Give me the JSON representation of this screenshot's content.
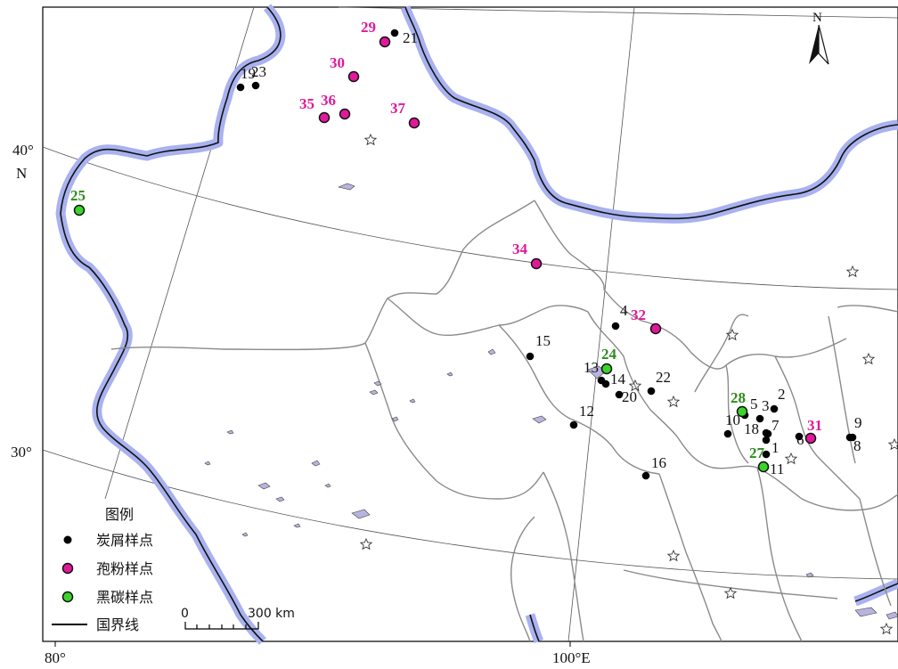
{
  "latitude_labels": [
    "40°",
    "N",
    "30°"
  ],
  "longitude_labels": [
    "80°",
    "100°E"
  ],
  "north_arrow": {
    "label": "N",
    "icon": "north-arrow-icon"
  },
  "legend": {
    "title": "图例",
    "items": [
      {
        "label": "炭屑样点",
        "color": "#000000"
      },
      {
        "label": "孢粉样点",
        "color": "#e0199a"
      },
      {
        "label": "黑碳样点",
        "color": "#3bd42a"
      },
      {
        "label": "国界线",
        "color": "#000000"
      }
    ]
  },
  "scale_bar": {
    "start": "0",
    "end": "300 km"
  },
  "sites": {
    "charcoal": [
      "1",
      "2",
      "3",
      "4",
      "5",
      "6",
      "7",
      "8",
      "9",
      "10",
      "11",
      "12",
      "13",
      "14",
      "15",
      "16",
      "18",
      "19",
      "20",
      "21",
      "22",
      "23"
    ],
    "pollen": [
      "29",
      "30",
      "31",
      "32",
      "34",
      "35",
      "36",
      "37"
    ],
    "black_carbon": [
      "24",
      "25",
      "27",
      "28"
    ]
  },
  "colors": {
    "charcoal": "#000000",
    "pollen": "#e0199a",
    "black_carbon": "#3bd42a",
    "water": "#b8b4e0",
    "province": "#8a8a8a",
    "border_halo": "#aab3ee"
  }
}
